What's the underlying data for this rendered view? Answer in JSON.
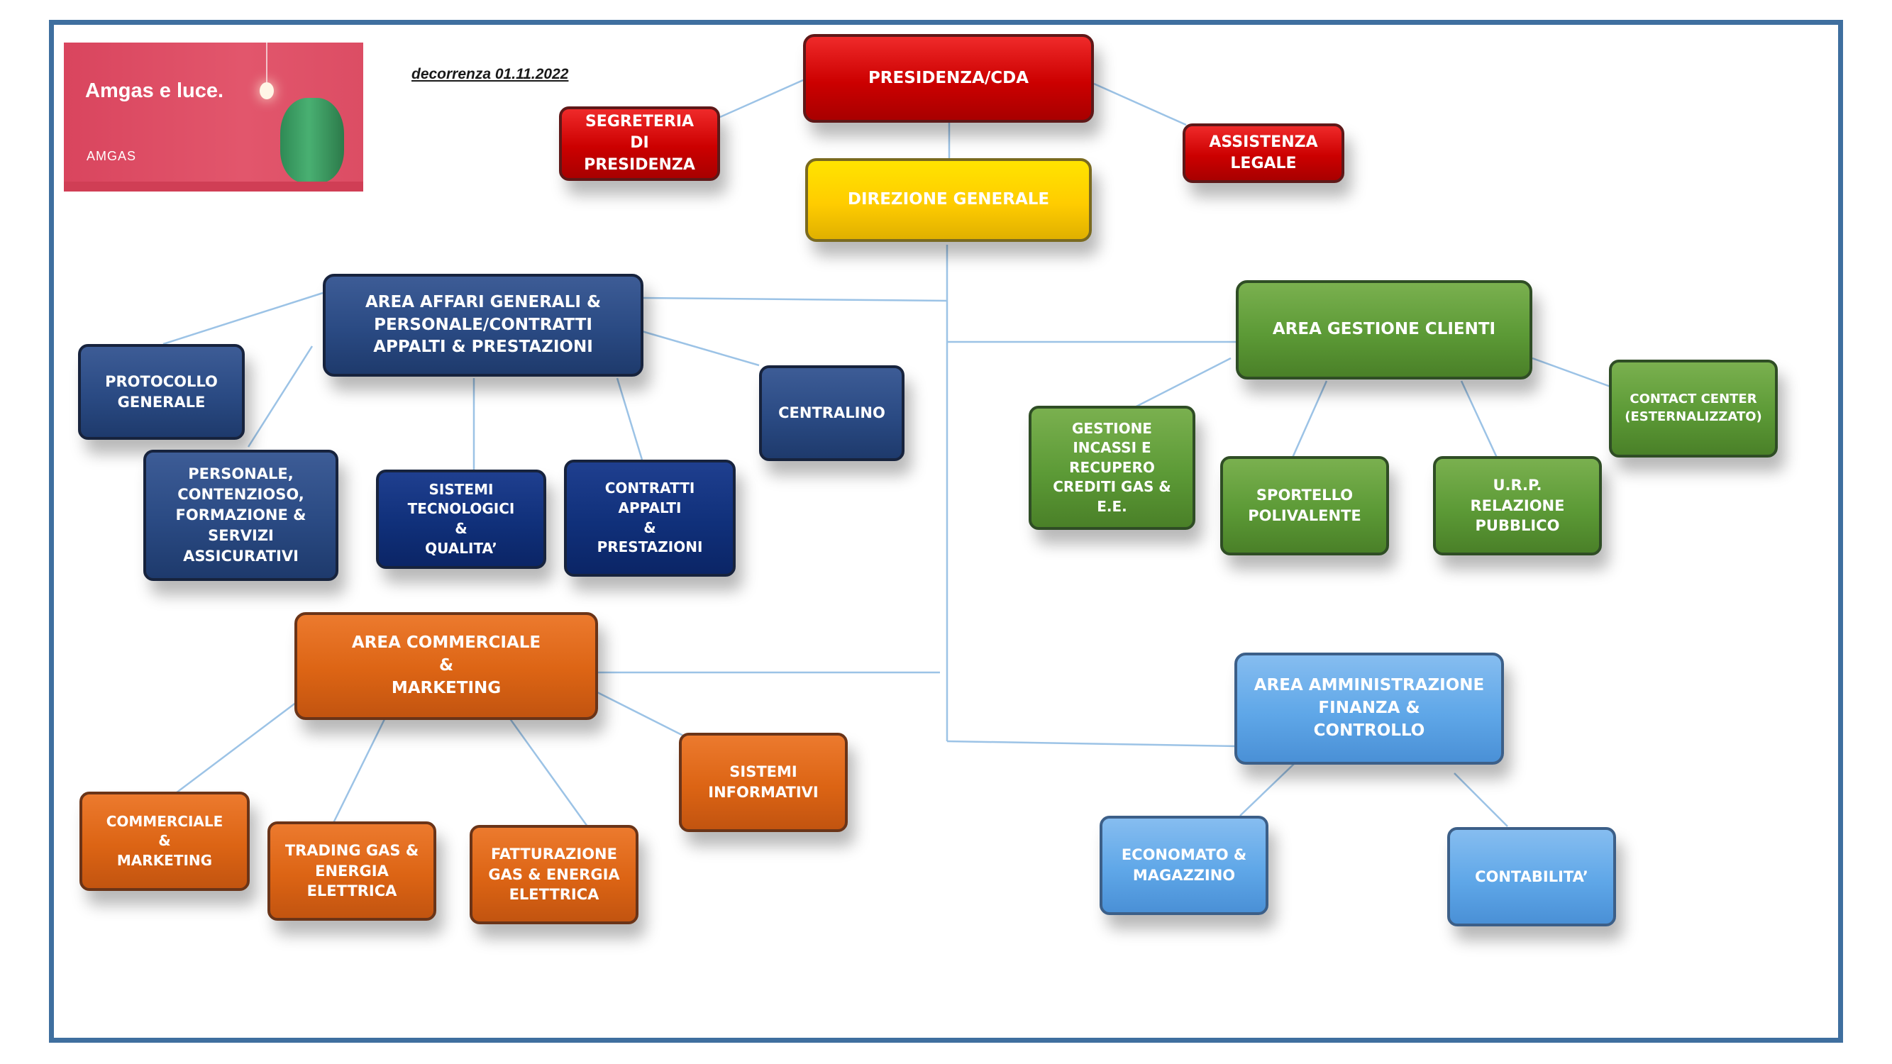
{
  "header": {
    "logo": {
      "tagline": "Amgas e luce.",
      "brand": "AMGAS"
    },
    "date": "decorrenza 01.11.2022"
  },
  "colors": {
    "red": "#cc0000",
    "yellow": "#ffcc00",
    "navy": "#2a4a83",
    "green": "#5c9a36",
    "orange": "#dc6414",
    "light_blue": "#5fa7e8",
    "connector": "#9cc3e6",
    "frame": "#3f6f9f"
  },
  "nodes": {
    "presidenza": "PRESIDENZA/CDA",
    "segreteria": "SEGRETERIA\nDI\nPRESIDENZA",
    "assistenza": "ASSISTENZA\nLEGALE",
    "direzione": "DIREZIONE GENERALE",
    "area_affari": "AREA AFFARI GENERALI &\nPERSONALE/CONTRATTI\nAPPALTI & PRESTAZIONI",
    "protocollo": "PROTOCOLLO\nGENERALE",
    "personale": "PERSONALE,\nCONTENZIOSO,\nFORMAZIONE &\nSERVIZI\nASSICURATIVI",
    "sistemi_tec": "SISTEMI\nTECNOLOGICI\n&\nQUALITA’",
    "contratti": "CONTRATTI\nAPPALTI\n&\nPRESTAZIONI",
    "centralino": "CENTRALINO",
    "area_clienti": "AREA GESTIONE CLIENTI",
    "gestione_incassi": "GESTIONE\nINCASSI E\nRECUPERO\nCREDITI GAS &\nE.E.",
    "sportello": "SPORTELLO\nPOLIVALENTE",
    "urp": "U.R.P.\nRELAZIONE\nPUBBLICO",
    "contact_center": "CONTACT CENTER\n(ESTERNALIZZATO)",
    "area_commerciale": "AREA COMMERCIALE\n&\nMARKETING",
    "commerciale": "COMMERCIALE\n&\nMARKETING",
    "trading": "TRADING GAS &\nENERGIA\nELETTRICA",
    "fatturazione": "FATTURAZIONE\nGAS & ENERGIA\nELETTRICA",
    "sistemi_inf": "SISTEMI\nINFORMATIVI",
    "area_amm": "AREA AMMINISTRAZIONE\nFINANZA &\nCONTROLLO",
    "economato": "ECONOMATO &\nMAGAZZINO",
    "contabilita": "CONTABILITA’"
  }
}
